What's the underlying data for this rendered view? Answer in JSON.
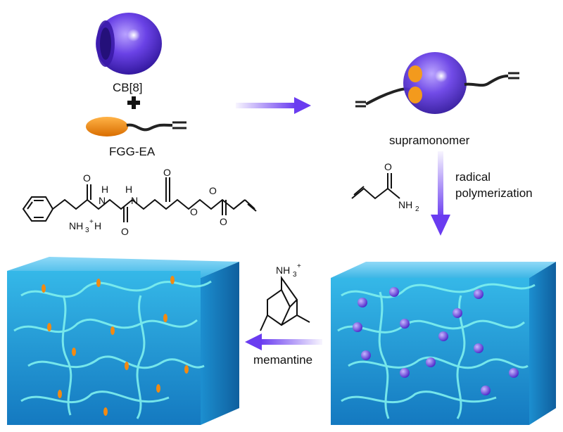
{
  "labels": {
    "cb8": "CB[8]",
    "plus": "+",
    "fgg_ea": "FGG-EA",
    "supramonomer": "supramonomer",
    "radical_line1": "radical",
    "radical_line2": "polymerization",
    "memantine": "memantine"
  },
  "structure_text": {
    "o1": "O",
    "o2": "O",
    "o3": "O",
    "o4": "O",
    "h1": "H",
    "h2": "H",
    "n1": "N",
    "n2": "N",
    "nh3": "NH",
    "nh3_sub": "3",
    "nh3_sup": "+",
    "nh3_h": "H",
    "o_ester1": "O",
    "o_ester2": "O",
    "acrylamide_o": "O",
    "acrylamide_nh": "NH",
    "acrylamide_sub": "2",
    "memantine_nh": "NH",
    "memantine_sub": "3",
    "memantine_sup": "+"
  },
  "colors": {
    "cb8_purple": "#5b35d6",
    "guest_orange": "#f28a12",
    "hydrogel_blue": "#1fa3d8",
    "strand_cyan": "#7ff0ee",
    "arrow_purple": "#6a3cf0"
  }
}
